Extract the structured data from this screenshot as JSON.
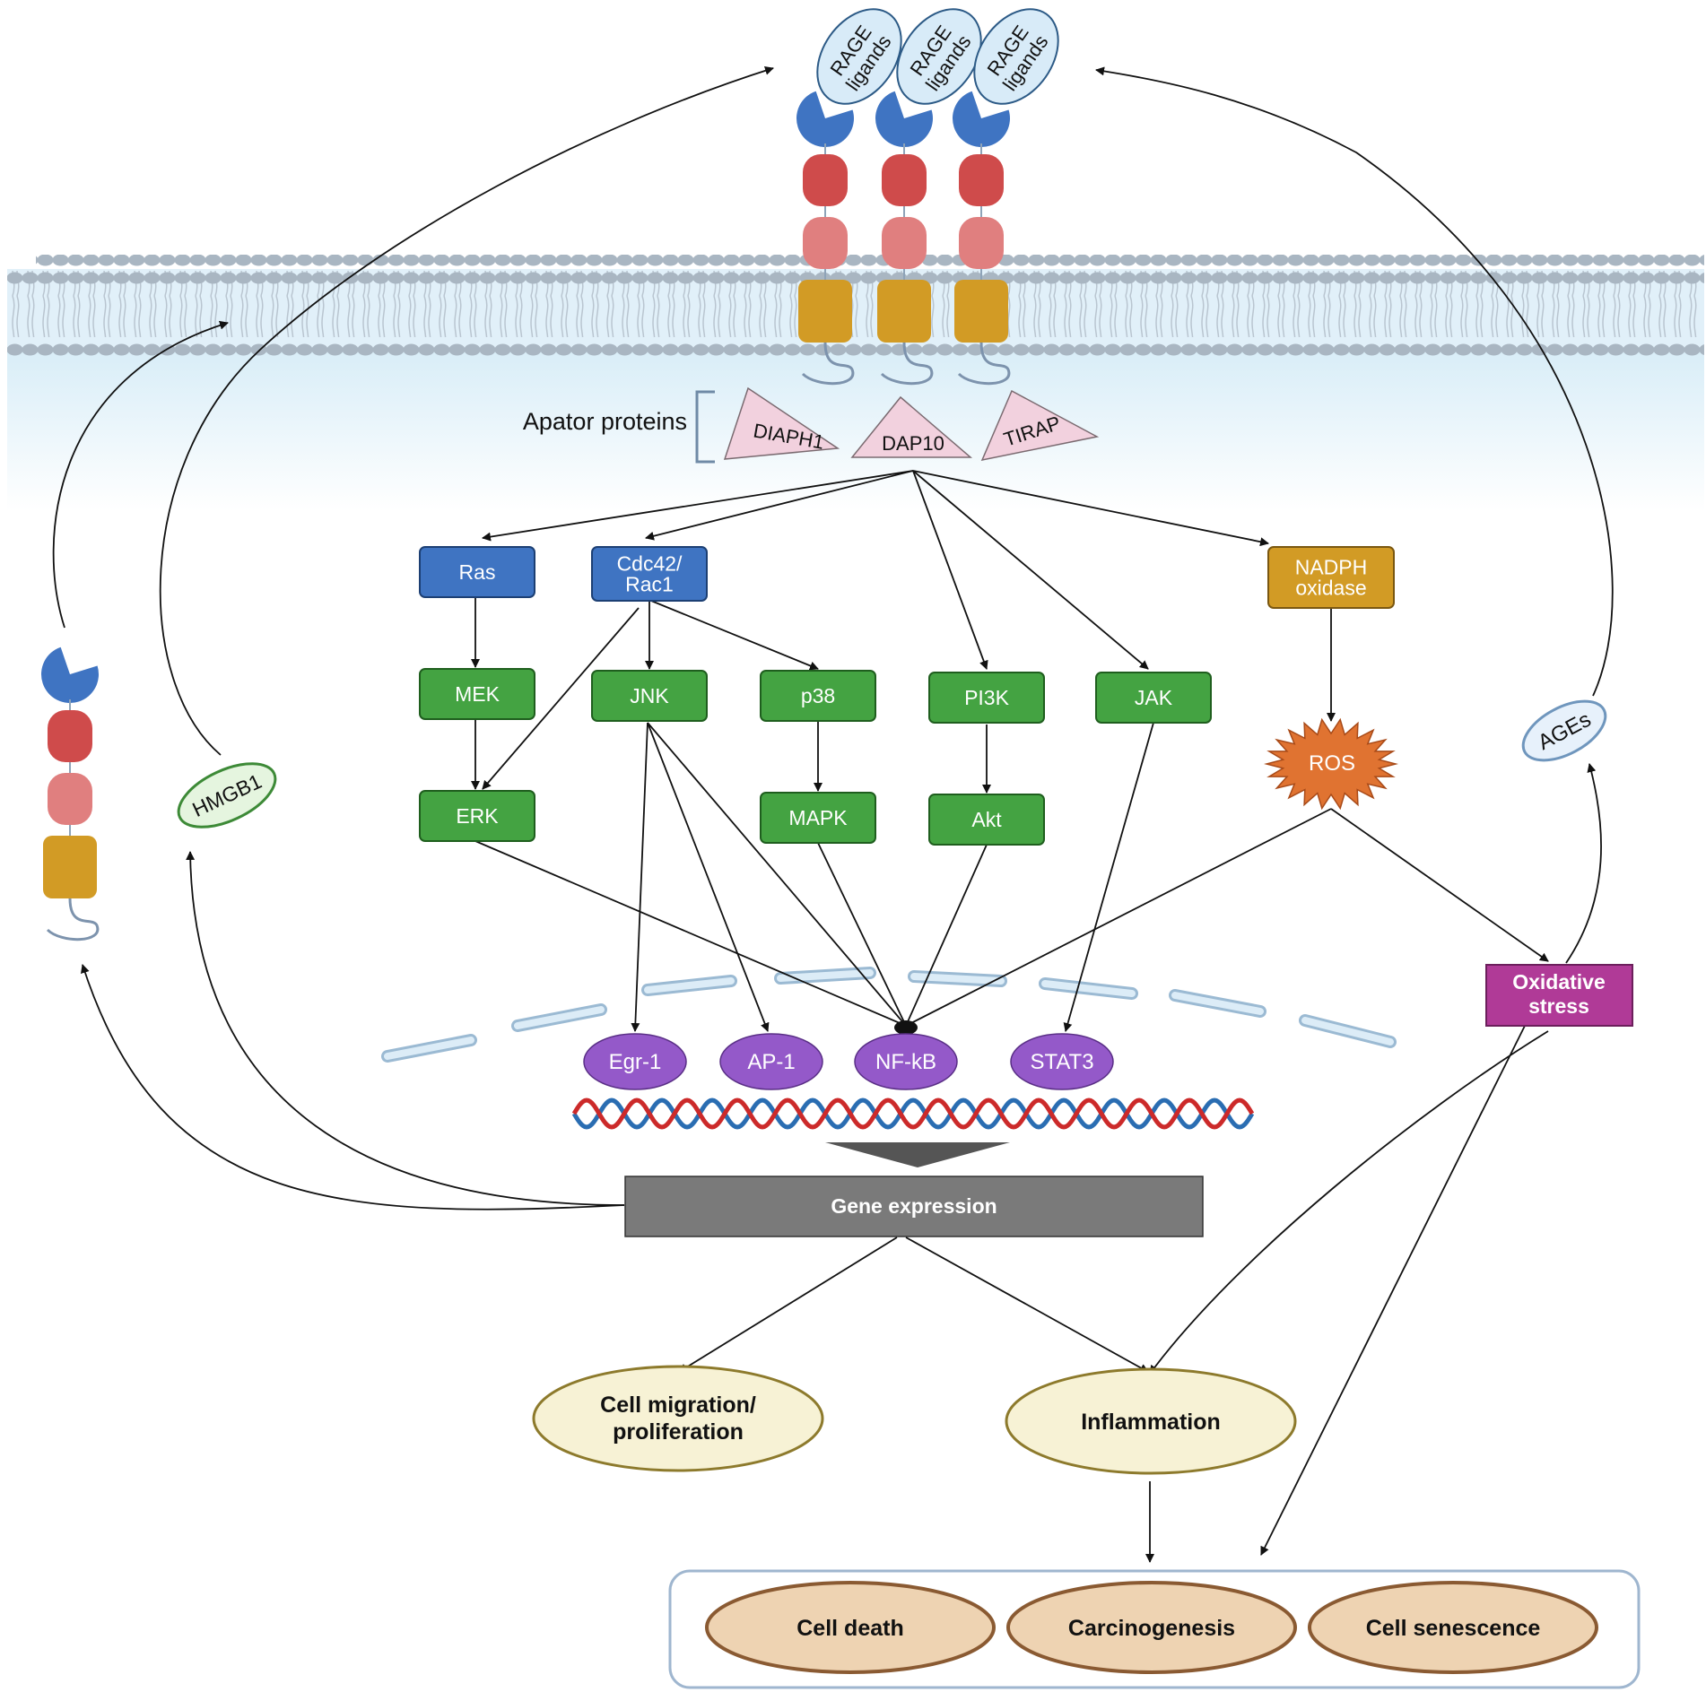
{
  "ligands": [
    "RAGE\nligands",
    "RAGE\nligands",
    "RAGE\nligands"
  ],
  "adaptor_label": "Apator proteins",
  "adaptors": [
    "DIAPH1",
    "DAP10",
    "TIRAP"
  ],
  "kinases": {
    "ras": "Ras",
    "cdc42": "Cdc42/\nRac1",
    "nadph": "NADPH\noxidase",
    "mek": "MEK",
    "jnk": "JNK",
    "p38": "p38",
    "pi3k": "PI3K",
    "jak": "JAK",
    "erk": "ERK",
    "mapk": "MAPK",
    "akt": "Akt"
  },
  "ros": "ROS",
  "ages": "AGEs",
  "hmgb1": "HMGB1",
  "oxidative_stress": "Oxidative\nstress",
  "transcription_factors": [
    "Egr-1",
    "AP-1",
    "NF-kB",
    "STAT3"
  ],
  "gene_expression": "Gene expression",
  "outcomes": {
    "migration": "Cell migration/\nproliferation",
    "inflammation": "Inflammation",
    "death": "Cell death",
    "carcinogenesis": "Carcinogenesis",
    "senescence": "Cell senescence"
  },
  "colors": {
    "blue_box": "#3f74c2",
    "green_box": "#44a342",
    "gold_box": "#d29b25",
    "purple_tf": "#9459c9",
    "magenta": "#b03a97",
    "ros": "#e07331",
    "gray_bar": "#7a7a7a",
    "pink_adaptor": "#f2d1de",
    "ligand_fill": "#d8ebf8",
    "dna_red": "#cc2a2a",
    "dna_blue": "#2a6db2"
  }
}
